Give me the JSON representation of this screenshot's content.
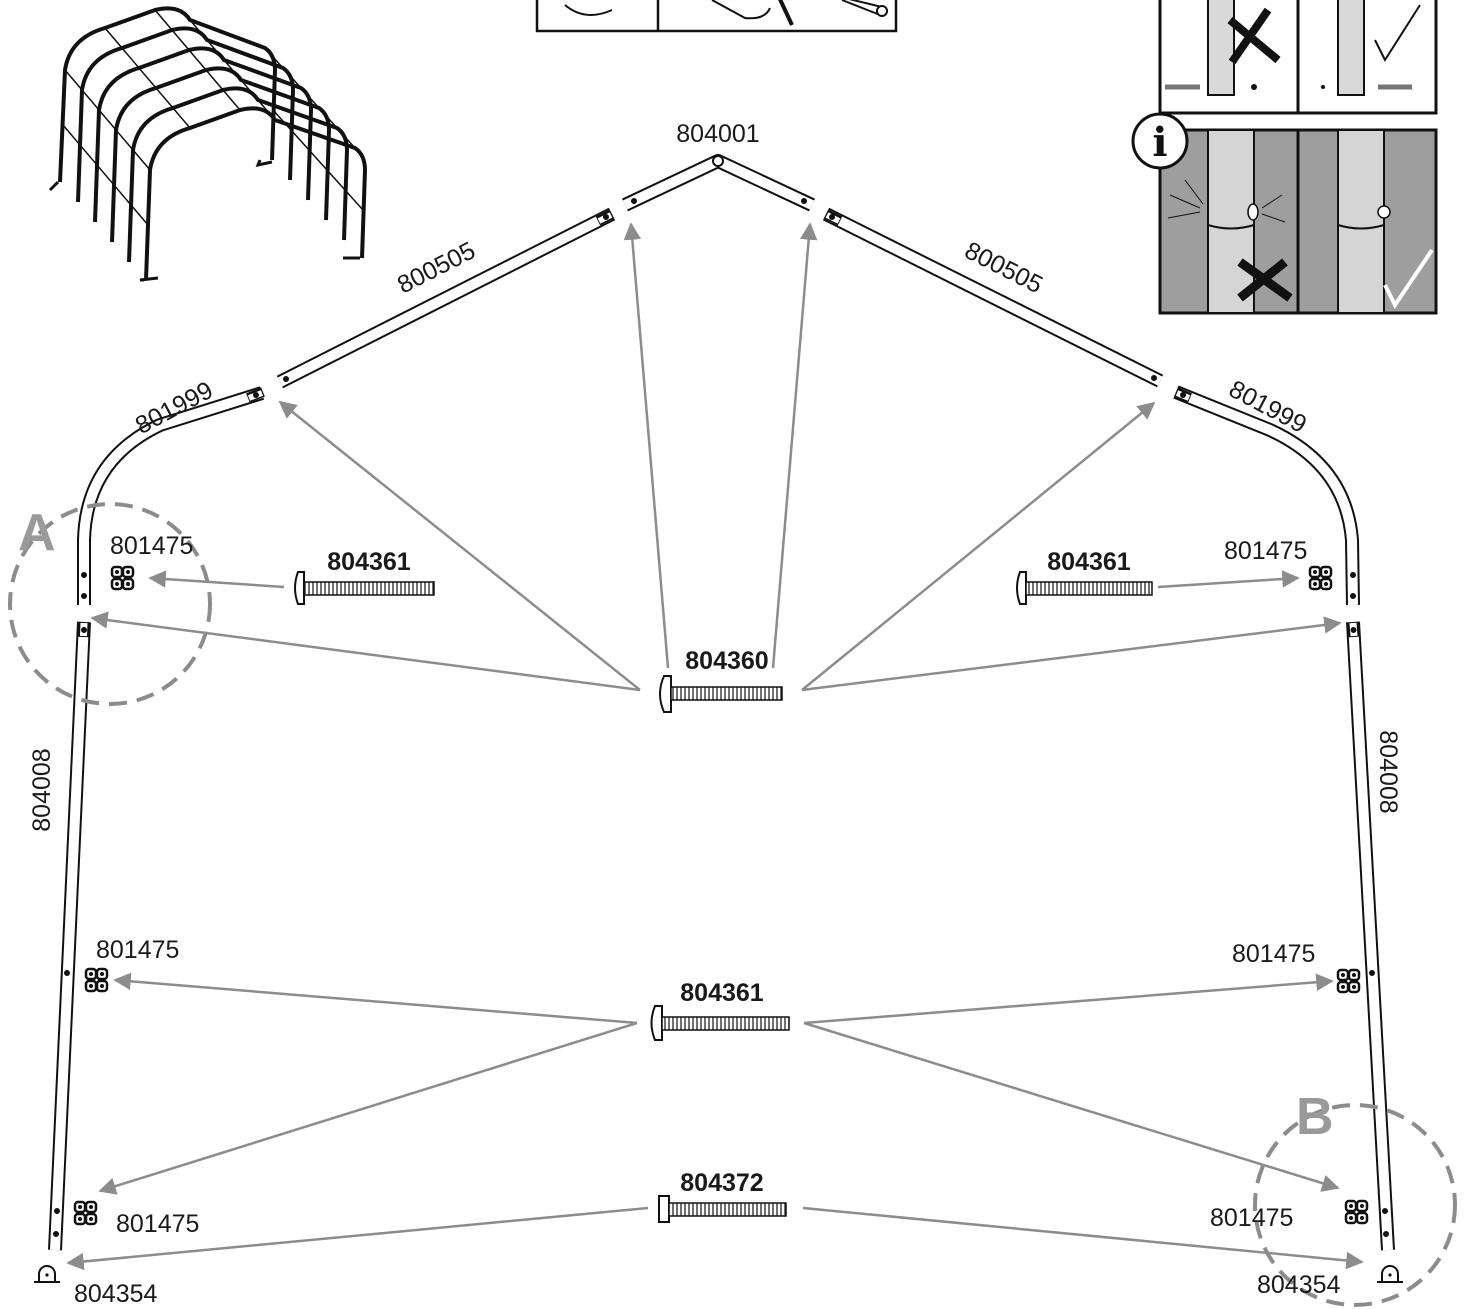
{
  "parts": {
    "peak": "804001",
    "upper_left": "800505",
    "upper_right": "800505",
    "elbow_left": "801999",
    "elbow_right": "801999",
    "leg_left": "804008",
    "leg_right": "804008",
    "nut_ul": "801475",
    "nut_ur": "801475",
    "nut_ml": "801475",
    "nut_mr": "801475",
    "nut_ll": "801475",
    "nut_lr": "801475",
    "foot_left": "804354",
    "foot_right": "804354"
  },
  "bolts": {
    "bolt_ul": "804361",
    "bolt_ur": "804361",
    "bolt_center": "804360",
    "bolt_mid": "804361",
    "bolt_low": "804372"
  },
  "callouts": {
    "detail_a": "A",
    "detail_b": "B",
    "info": "i"
  }
}
